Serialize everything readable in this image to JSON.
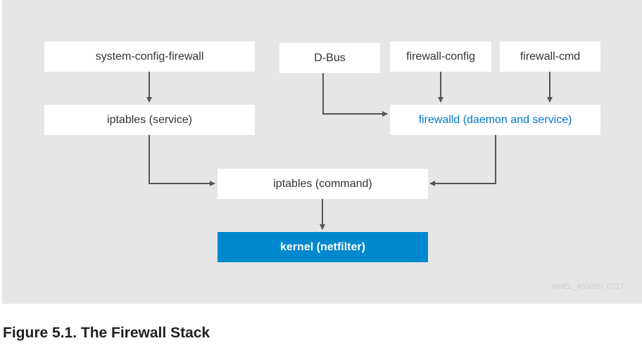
{
  "diagram": {
    "nodes": {
      "system_config_firewall": "system-config-firewall",
      "dbus": "D-Bus",
      "firewall_config": "firewall-config",
      "firewall_cmd": "firewall-cmd",
      "iptables_service": "iptables (service)",
      "firewalld": "firewalld (daemon and service)",
      "iptables_command": "iptables (command)",
      "kernel": "kernel (netfilter)"
    },
    "edges": [
      {
        "from": "system-config-firewall",
        "to": "iptables (service)"
      },
      {
        "from": "D-Bus",
        "to": "firewalld (daemon and service)"
      },
      {
        "from": "firewall-config",
        "to": "firewalld (daemon and service)"
      },
      {
        "from": "firewall-cmd",
        "to": "firewalld (daemon and service)"
      },
      {
        "from": "iptables (service)",
        "to": "iptables (command)"
      },
      {
        "from": "firewalld (daemon and service)",
        "to": "iptables (command)"
      },
      {
        "from": "iptables (command)",
        "to": "kernel (netfilter)"
      }
    ],
    "watermark": "RHEL_453350_0717"
  },
  "colors": {
    "background": "#e6e6e6",
    "box": "#ffffff",
    "accent_text": "#0077c6",
    "kernel_fill": "#0088ce",
    "arrow": "#555555"
  },
  "caption": "Figure 5.1. The Firewall Stack"
}
